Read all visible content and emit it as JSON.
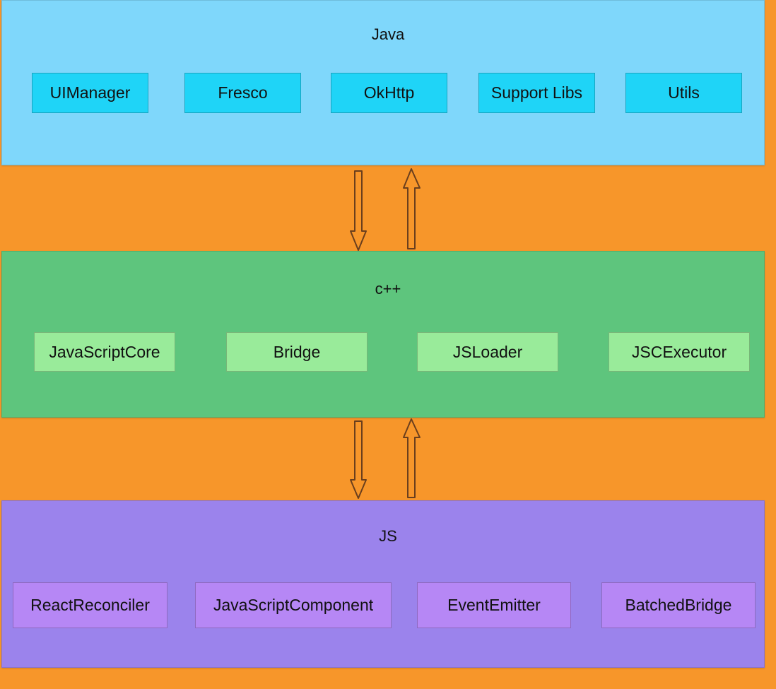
{
  "layers": {
    "java": {
      "title": "Java",
      "nodes": [
        "UIManager",
        "Fresco",
        "OkHttp",
        "Support Libs",
        "Utils"
      ]
    },
    "cpp": {
      "title": "c++",
      "nodes": [
        "JavaScriptCore",
        "Bridge",
        "JSLoader",
        "JSCExecutor"
      ]
    },
    "js": {
      "title": "JS",
      "nodes": [
        "ReactReconciler",
        "JavaScriptComponent",
        "EventEmitter",
        "BatchedBridge"
      ]
    }
  },
  "colors": {
    "background": "#f7962a",
    "java_layer": "#7fd7fb",
    "java_node": "#1fd4f7",
    "cpp_layer": "#5ec57d",
    "cpp_node": "#99eb9a",
    "js_layer": "#9b83ec",
    "js_node": "#b687f5",
    "arrow": "#f7962a"
  }
}
